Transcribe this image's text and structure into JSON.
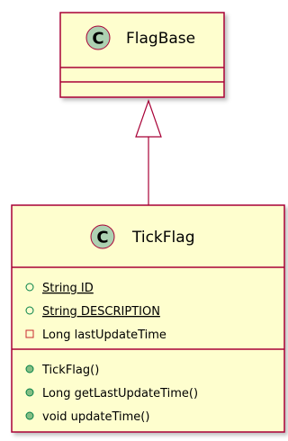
{
  "diagram": {
    "type": "uml-class-diagram",
    "colors": {
      "class_fill": "#fefece",
      "class_border": "#a80036",
      "badge_fill": "#add1b2",
      "public_visibility": "#038048",
      "private_visibility": "#c82930"
    },
    "classes": [
      {
        "id": "flagbase",
        "stereotype_letter": "C",
        "name": "FlagBase",
        "fields": [],
        "methods": []
      },
      {
        "id": "tickflag",
        "stereotype_letter": "C",
        "name": "TickFlag",
        "fields": [
          {
            "visibility": "public",
            "static": true,
            "text": "String ID"
          },
          {
            "visibility": "public",
            "static": true,
            "text": "String DESCRIPTION"
          },
          {
            "visibility": "private",
            "static": false,
            "text": "Long lastUpdateTime"
          }
        ],
        "methods": [
          {
            "visibility": "public",
            "text": "TickFlag()"
          },
          {
            "visibility": "public",
            "text": "Long getLastUpdateTime()"
          },
          {
            "visibility": "public",
            "text": "void updateTime()"
          }
        ]
      }
    ],
    "relations": [
      {
        "type": "inheritance",
        "from": "tickflag",
        "to": "flagbase"
      }
    ]
  }
}
